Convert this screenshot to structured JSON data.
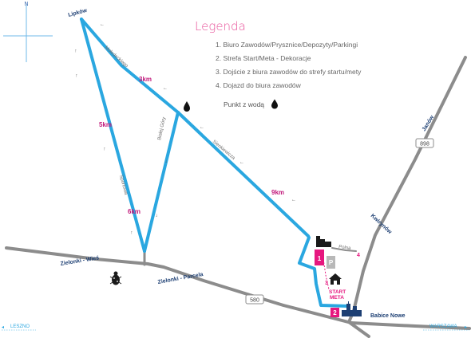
{
  "compass": {
    "north": "N"
  },
  "legend": {
    "title": "Legenda",
    "items": [
      "1. Biuro Zawodów/Prysznice/Depozyty/Parkingi",
      "2. Strefa Start/Meta - Dekoracje",
      "3. Dojście z biura zawodów do strefy startu/mety",
      "4. Dojazd do biura zawodów"
    ],
    "water_label": "Punkt z wodą"
  },
  "places": {
    "lipkow": "Lipków",
    "zielonki_wies": "Zielonki - Wieś",
    "zielonki_parcela": "Zielonki - Parcela",
    "janow": "Janów",
    "kwirynow": "Kwirynów",
    "babice_nowe": "Babice Nowe"
  },
  "roads": {
    "molodeckiego": "Mołodeckiego",
    "sienkiewicza": "Sienkiewicza",
    "bialej_gory": "Białej Góry",
    "sportowa": "Sportowa",
    "polna": "Polna",
    "road_898": "898",
    "road_580": "580"
  },
  "km_markers": [
    "3km",
    "5km",
    "6km",
    "9km"
  ],
  "points": {
    "p1": "1",
    "p2": "2",
    "p3": "3",
    "p4": "4",
    "parking": "P",
    "start_meta_line1": "START",
    "start_meta_line2": "META"
  },
  "edges": {
    "left": "LESZNO",
    "right": "WARSZAWA"
  },
  "colors": {
    "route": "#2aa7e0",
    "road": "#8c8c8c",
    "magenta": "#e6177f",
    "title_pink": "#e8529a",
    "place_text": "#1d3f73"
  },
  "icons": [
    "compass",
    "water-drop-icon",
    "building-icon",
    "home-icon",
    "parking-icon",
    "church-icon",
    "beetle-icon"
  ]
}
